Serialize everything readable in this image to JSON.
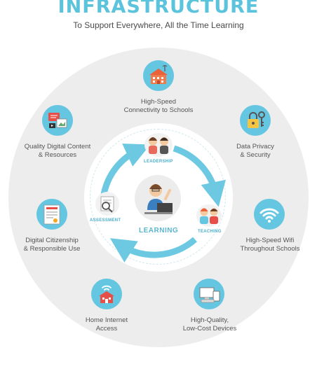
{
  "header": {
    "title": "INFRASTRUCTURE",
    "subtitle": "To Support Everywhere, All the Time Learning"
  },
  "outer_items": [
    {
      "id": "connectivity",
      "line1": "High-Speed",
      "line2": "Connectivity to Schools",
      "icon": "school-building-icon"
    },
    {
      "id": "privacy",
      "line1": "Data Privacy",
      "line2": "& Security",
      "icon": "lock-key-icon"
    },
    {
      "id": "wifi",
      "line1": "High-Speed Wifi",
      "line2": "Throughout Schools",
      "icon": "wifi-icon"
    },
    {
      "id": "devices",
      "line1": "High-Quality,",
      "line2": "Low-Cost Devices",
      "icon": "devices-icon"
    },
    {
      "id": "home",
      "line1": "Home Internet",
      "line2": "Access",
      "icon": "home-wifi-icon"
    },
    {
      "id": "citizenship",
      "line1": "Digital Citizenship",
      "line2": "& Responsible Use",
      "icon": "certificate-icon"
    },
    {
      "id": "content",
      "line1": "Quality Digital Content",
      "line2": "& Resources",
      "icon": "media-content-icon"
    }
  ],
  "cycle": {
    "center_label": "LEARNING",
    "leadership": "LEADERSHIP",
    "teaching": "TEACHING",
    "assessment": "ASSESSMENT"
  },
  "colors": {
    "accent": "#5bc3dc",
    "icon_bg": "#64c6e0",
    "arrow": "#6cc9e1",
    "ring": "#ededed",
    "text": "#555555"
  }
}
